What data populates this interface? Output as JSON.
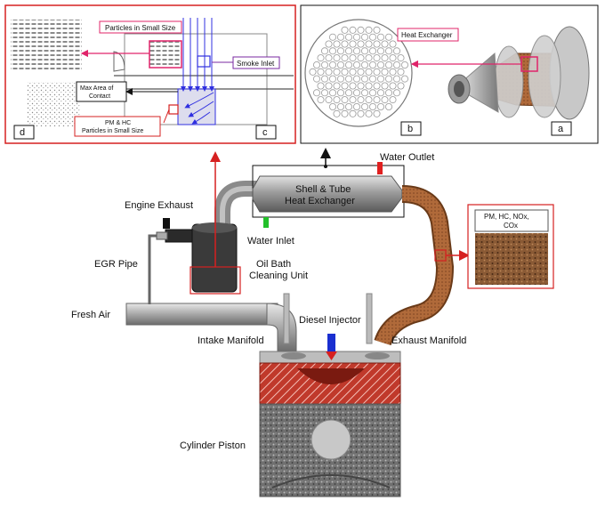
{
  "labels": {
    "particles_small": "Particles in Small Size",
    "smoke_inlet": "Smoke Inlet",
    "max_area_line1": "Max Area of",
    "max_area_line2": "Contact",
    "pm_hc_line1": "PM & HC",
    "pm_hc_line2": "Particles in Small Size",
    "heat_exchanger": "Heat Exchanger",
    "shell_tube_line1": "Shell & Tube",
    "shell_tube_line2": "Heat Exchanger",
    "water_outlet": "Water Outlet",
    "water_inlet": "Water Inlet",
    "engine_exhaust": "Engine Exhaust",
    "egr_pipe": "EGR Pipe",
    "oil_bath_line1": "Oil Bath",
    "oil_bath_line2": "Cleaning Unit",
    "fresh_air": "Fresh Air",
    "diesel_injector": "Diesel Injector",
    "intake_manifold": "Intake Manifold",
    "exhaust_manifold": "Exhaust Manifold",
    "cylinder_piston": "Cylinder Piston",
    "pollutants_line1": "PM, HC, NOx,",
    "pollutants_line2": "COx"
  },
  "panels": {
    "a": "a",
    "b": "b",
    "c": "c",
    "d": "d"
  },
  "colors": {
    "highlight": "#e0246a",
    "red_frame": "#d62020",
    "pipe_copper": "#b06a3a",
    "injector_blue": "#1a2fd0",
    "inlet_green": "#22c02a",
    "outlet_red": "#e02020",
    "gas_blue": "#3030e0"
  }
}
